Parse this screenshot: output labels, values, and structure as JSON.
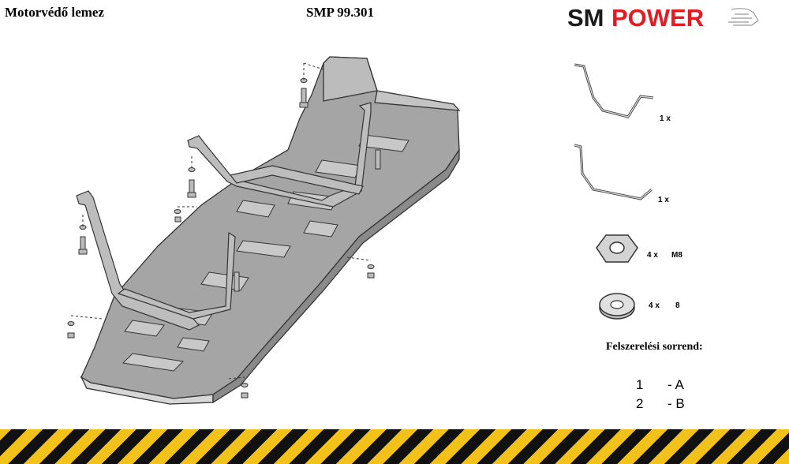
{
  "header": {
    "title": "Motorvédő lemez",
    "code": "SMP 99.301",
    "logo": {
      "sm": "SM",
      "power": "POWER"
    }
  },
  "colors": {
    "brand_red": "#e31b23",
    "plate_gray": "#a3a3a3",
    "hazard_yellow": "#f2c21b"
  },
  "parts": [
    {
      "qty": "1 x",
      "size": "",
      "icon": "bracket-a-icon"
    },
    {
      "qty": "1 x",
      "size": "",
      "icon": "bracket-b-icon"
    },
    {
      "qty": "4 x",
      "size": "M8",
      "icon": "hex-nut-icon"
    },
    {
      "qty": "4 x",
      "size": "8",
      "icon": "washer-icon"
    }
  ],
  "assembly": {
    "title": "Felszerelési sorrend:",
    "steps": [
      {
        "num": "1",
        "letter": "- A"
      },
      {
        "num": "2",
        "letter": "- B"
      }
    ]
  }
}
